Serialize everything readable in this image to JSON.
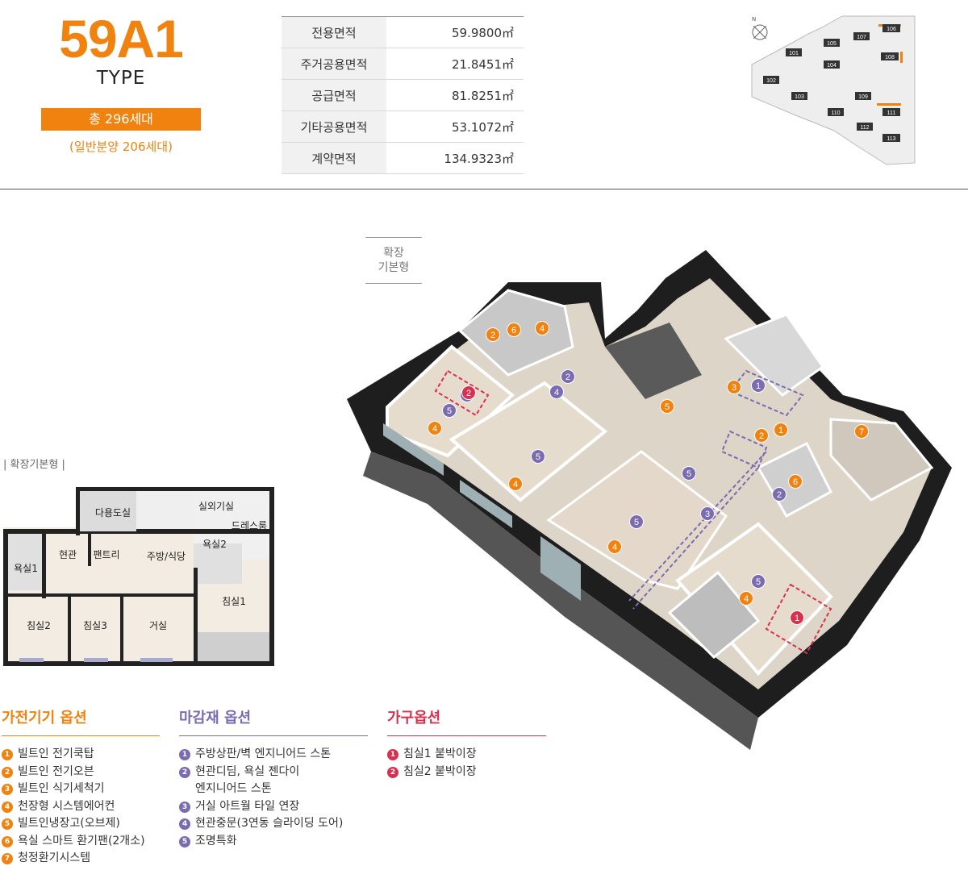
{
  "header": {
    "type_code": "59A1",
    "type_label": "TYPE",
    "total_units": "총 296세대",
    "general_units": "(일반분양 206세대)"
  },
  "areas": [
    {
      "label": "전용면적",
      "value": "59.9800㎡"
    },
    {
      "label": "주거공용면적",
      "value": "21.8451㎡"
    },
    {
      "label": "공급면적",
      "value": "81.8251㎡"
    },
    {
      "label": "기타공용면적",
      "value": "53.1072㎡"
    },
    {
      "label": "계약면적",
      "value": "134.9323㎡"
    }
  ],
  "site_map": {
    "compass": "N",
    "buildings": [
      "101",
      "102",
      "103",
      "104",
      "105",
      "106",
      "107",
      "108",
      "109",
      "110",
      "111",
      "112",
      "113"
    ],
    "highlight_color": "#f0820f"
  },
  "iso_plan": {
    "tag_line1": "확장",
    "tag_line2": "기본형",
    "markers": [
      {
        "kind": "appliance",
        "label": "2"
      },
      {
        "kind": "appliance",
        "label": "6"
      },
      {
        "kind": "appliance",
        "label": "4"
      },
      {
        "kind": "finish",
        "label": "2"
      },
      {
        "kind": "finish",
        "label": "2"
      },
      {
        "kind": "finish",
        "label": "4"
      },
      {
        "kind": "furniture",
        "label": "2"
      },
      {
        "kind": "finish",
        "label": "5"
      },
      {
        "kind": "appliance",
        "label": "4"
      },
      {
        "kind": "finish",
        "label": "5"
      },
      {
        "kind": "appliance",
        "label": "4"
      },
      {
        "kind": "appliance",
        "label": "5"
      },
      {
        "kind": "appliance",
        "label": "3"
      },
      {
        "kind": "finish",
        "label": "1"
      },
      {
        "kind": "appliance",
        "label": "2"
      },
      {
        "kind": "appliance",
        "label": "1"
      },
      {
        "kind": "appliance",
        "label": "7"
      },
      {
        "kind": "finish",
        "label": "5"
      },
      {
        "kind": "finish",
        "label": "3"
      },
      {
        "kind": "finish",
        "label": "2"
      },
      {
        "kind": "appliance",
        "label": "6"
      },
      {
        "kind": "finish",
        "label": "5"
      },
      {
        "kind": "appliance",
        "label": "4"
      },
      {
        "kind": "finish",
        "label": "5"
      },
      {
        "kind": "appliance",
        "label": "4"
      },
      {
        "kind": "furniture",
        "label": "1"
      }
    ]
  },
  "flat_plan": {
    "tag": "| 확장기본형 |",
    "rooms": [
      "다용도실",
      "실외기실",
      "드레스룸",
      "현관",
      "팬트리",
      "주방/식당",
      "욕실2",
      "욕실1",
      "침실1",
      "침실2",
      "침실3",
      "거실"
    ]
  },
  "options": {
    "appliances": {
      "title": "가전기기 옵션",
      "items": [
        "빌트인 전기쿡탑",
        "빌트인 전기오븐",
        "빌트인 식기세척기",
        "천장형 시스템에어컨",
        "빌트인냉장고(오브제)",
        "욕실 스마트 환기팬(2개소)",
        "청정환기시스템"
      ]
    },
    "finishes": {
      "title": "마감재 옵션",
      "items": [
        "주방상판/벽 엔지니어드 스톤",
        "현관디딤, 욕실 젠다이",
        "엔지니어드 스톤",
        "거실 아트월 타일 연장",
        "현관중문(3연동 슬라이딩 도어)",
        "조명특화"
      ]
    },
    "furniture": {
      "title": "가구옵션",
      "items": [
        "침실1 붙박이장",
        "침실2 붙박이장"
      ]
    }
  },
  "colors": {
    "appliance": "#f0820f",
    "finish": "#7b6bb1",
    "furniture": "#d8314f"
  }
}
